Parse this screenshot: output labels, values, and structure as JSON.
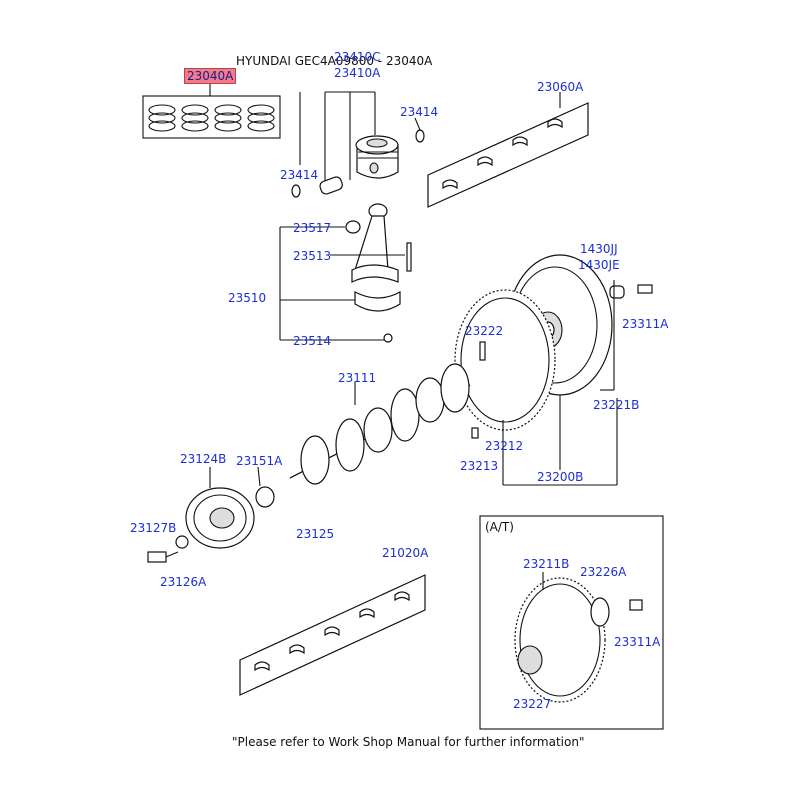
{
  "header": {
    "title": "HYUNDAI GEC4A09800 - 23040A"
  },
  "selected_part": "23040A",
  "labels": {
    "p23410C": "23410C",
    "p23410A": "23410A",
    "p23414a": "23414",
    "p23414b": "23414",
    "p23060A": "23060A",
    "p23517": "23517",
    "p23513": "23513",
    "p23510": "23510",
    "p23514": "23514",
    "p1430JJ": "1430JJ",
    "p1430JE": "1430JE",
    "p23311A_top": "23311A",
    "p23222": "23222",
    "p23111": "23111",
    "p23221B": "23221B",
    "p23212": "23212",
    "p23213": "23213",
    "p23200B": "23200B",
    "p23124B": "23124B",
    "p23151A": "23151A",
    "p23125": "23125",
    "p23127B": "23127B",
    "p23126A": "23126A",
    "p21020A": "21020A",
    "p23211B": "23211B",
    "p23226A": "23226A",
    "p23311A_at": "23311A",
    "p23227": "23227"
  },
  "at_box": {
    "title": "(A/T)"
  },
  "footer": {
    "note": "\"Please refer to Work Shop Manual for further information\""
  }
}
